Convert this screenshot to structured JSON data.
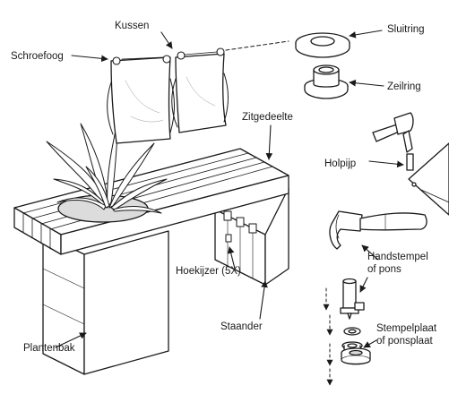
{
  "labels": {
    "schroefoog": "Schroefoog",
    "kussen": "Kussen",
    "sluitring": "Sluitring",
    "zeilring": "Zeilring",
    "zitgedeelte": "Zitgedeelte",
    "holpijp": "Holpijp",
    "handstempel_line1": "Handstempel",
    "handstempel_line2": "of pons",
    "hoekijzer": "Hoekijzer (5X)",
    "staander": "Staander",
    "stempelplaat_line1": "Stempelplaat",
    "stempelplaat_line2": "of ponsplaat",
    "plantenbak": "Plantenbak"
  },
  "colors": {
    "line": "#1a1a1a",
    "fill": "#ffffff",
    "shade": "#dcdcdc"
  }
}
